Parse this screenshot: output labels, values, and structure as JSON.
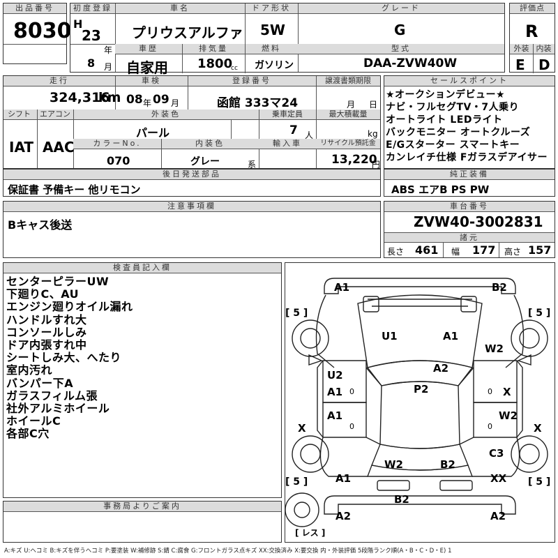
{
  "lot": {
    "label": "出品番号",
    "value": "8030"
  },
  "first_reg": {
    "label": "初度登録",
    "era": "H",
    "year": "23",
    "year_unit": "年",
    "month": "8",
    "month_unit": "月"
  },
  "car_name": {
    "label": "車名",
    "value": "プリウスアルファ"
  },
  "door": {
    "label": "ドア形状",
    "value": "5W"
  },
  "grade": {
    "label": "グレード",
    "value": "G"
  },
  "score": {
    "label": "評価点",
    "value": "R"
  },
  "history": {
    "label": "車歴",
    "value": "自家用"
  },
  "displacement": {
    "label": "排気量",
    "value": "1800",
    "unit": "cc"
  },
  "fuel": {
    "label": "燃料",
    "value": "ガソリン"
  },
  "model_code": {
    "label": "型式",
    "value": "DAA-ZVW40W"
  },
  "ext_score": {
    "label": "外装",
    "value": "E"
  },
  "int_score": {
    "label": "内装",
    "value": "D"
  },
  "mileage": {
    "label": "走行",
    "value": "324,316",
    "unit": "km"
  },
  "inspection": {
    "label": "車検",
    "year": "08",
    "year_unit": "年",
    "month": "09",
    "month_unit": "月"
  },
  "plate": {
    "label": "登録番号",
    "value": "函館 333マ24"
  },
  "transfer": {
    "label": "譲渡書類期限",
    "month_unit": "月",
    "day_unit": "日"
  },
  "shift": {
    "label": "シフト",
    "value": "IAT"
  },
  "aircon": {
    "label": "エアコン",
    "value": "AAC"
  },
  "ext_color": {
    "label": "外装色",
    "value": "パール"
  },
  "capacity": {
    "label": "乗車定員",
    "value": "7",
    "unit": "人"
  },
  "max_load": {
    "label": "最大積載量",
    "unit": "kg"
  },
  "color_no": {
    "label": "カラーNo.",
    "value": "070"
  },
  "int_color": {
    "label": "内装色",
    "value": "グレー",
    "unit": "系"
  },
  "import": {
    "label": "輸入車"
  },
  "recycle": {
    "label": "リサイクル預託金",
    "value": "13,220",
    "unit": "円"
  },
  "sales_points": {
    "label": "セールスポイント",
    "lines": [
      "★オークションデビュー★",
      "ナビ・フルセグTV・7人乗り",
      "オートライト LEDライト",
      "バックモニター オートクルーズ",
      "E/Gスターター スマートキー",
      "カンレイチ仕様 Fガラスデアイサー"
    ]
  },
  "later_parts": {
    "label": "後日発送部品",
    "value": "保証書 予備キー 他リモコン"
  },
  "standard_equip": {
    "label": "純正装備",
    "value": "ABS エアB PS PW"
  },
  "notes": {
    "label": "注意事項欄",
    "value": "Bキャス後送"
  },
  "chassis": {
    "label": "車台番号",
    "value": "ZVW40-3002831"
  },
  "dims": {
    "label": "諸元",
    "length_label": "長さ",
    "length": "461",
    "width_label": "幅",
    "width": "177",
    "height_label": "高さ",
    "height": "157"
  },
  "inspector": {
    "label": "検査員記入欄",
    "lines": [
      "センターピラーUW",
      "下廻りC、AU",
      "エンジン廻りオイル漏れ",
      "ハンドルすれ大",
      "コンソールしみ",
      "ドア内張すれ中",
      "シートしみ大、へたり",
      "室内汚れ",
      "バンパー下A",
      "ガラスフィルム張",
      "社外アルミホイール",
      "ホイールC",
      "各部C穴"
    ]
  },
  "office": {
    "label": "事務局よりご案内"
  },
  "legend": "A:キズ U:ヘコミ B:キズを伴うヘコミ P:要塗装 W:補修跡 S:錆 C:腐食 G:フロントガラス点キズ XX:交換済み X:要交換 内・外装評価 5段階ランク順(A・B・C・D・E) 1",
  "diagram_marks": {
    "a1_top": "A1",
    "b2_top": "B2",
    "tire_fl": "[ 5 ]",
    "tire_fr": "[ 5 ]",
    "tire_rl": "[ 5 ]",
    "tire_rr": "[ 5 ]",
    "u1": "U1",
    "a1_hood": "A1",
    "w2_fr": "W2",
    "a2_ws": "A2",
    "u2": "U2",
    "a1_ld1": "A1",
    "p2": "P2",
    "x_rd1": "X",
    "x_left": "X",
    "a1_ld2": "A1",
    "w2_rd2": "W2",
    "x_right": "X",
    "c3": "C3",
    "w2_rear": "W2",
    "b2_rear": "B2",
    "a1_rl": "A1",
    "xx": "XX",
    "b2_bottom": "B2",
    "a2_bl": "A2",
    "a2_br": "A2",
    "o1": "0",
    "o2": "0",
    "o3": "0",
    "o4": "0",
    "spare": "[ レス ]"
  }
}
